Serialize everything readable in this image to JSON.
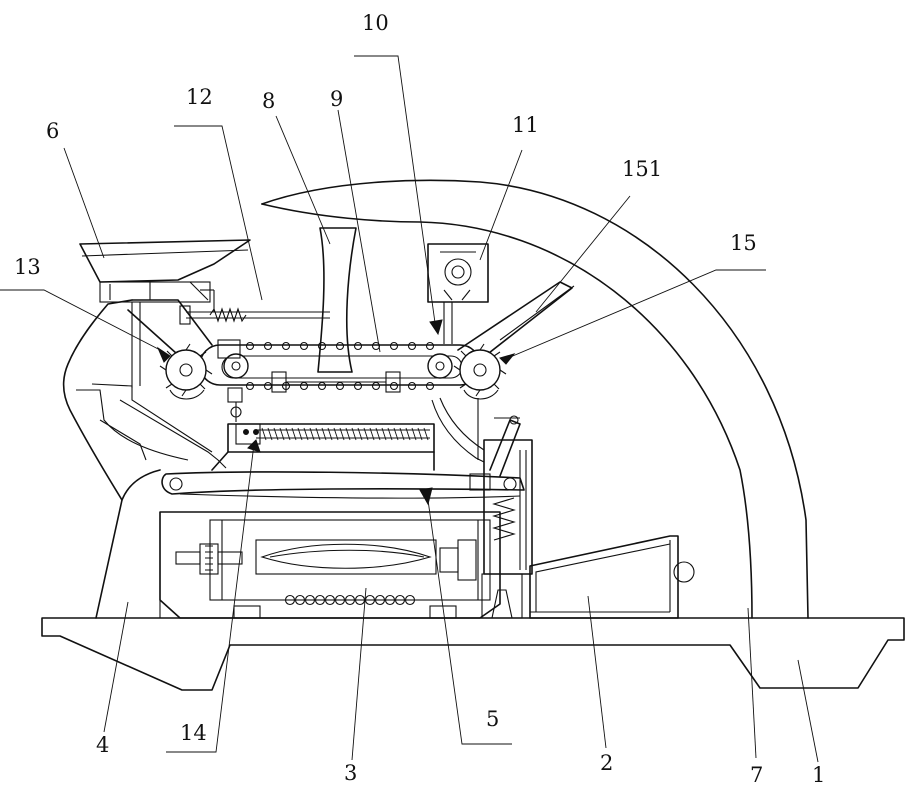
{
  "labels": {
    "l1": "1",
    "l2": "2",
    "l3": "3",
    "l4": "4",
    "l5": "5",
    "l6": "6",
    "l7": "7",
    "l8": "8",
    "l9": "9",
    "l10": "10",
    "l11": "11",
    "l12": "12",
    "l13": "13",
    "l14": "14",
    "l15": "15",
    "l151": "151"
  }
}
